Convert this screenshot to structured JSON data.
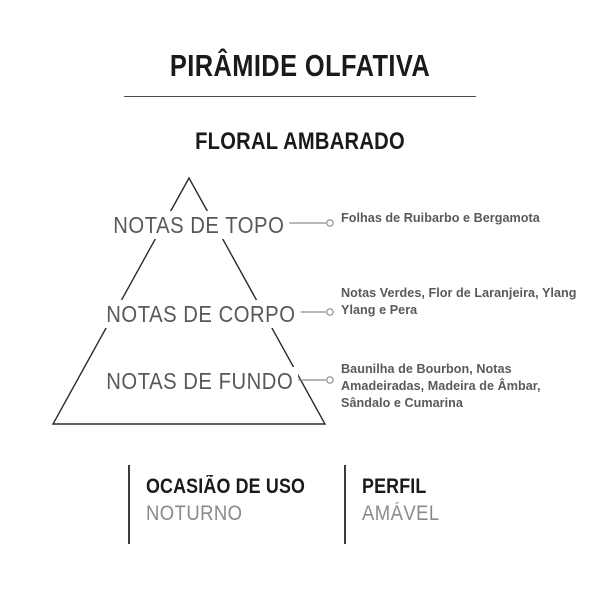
{
  "header": {
    "title": "PIRÂMIDE OLFATIVA",
    "subtitle": "FLORAL AMBARADO"
  },
  "pyramid": {
    "levels": [
      {
        "label": "NOTAS DE TOPO",
        "description": "Folhas de Ruibarbo e Bergamota"
      },
      {
        "label": "NOTAS DE CORPO",
        "description": "Notas Verdes, Flor de Laranjeira, Ylang Ylang e Pera"
      },
      {
        "label": "NOTAS DE FUNDO",
        "description": "Baunilha de Bourbon, Notas Amadeiradas, Madeira de Âmbar, Sândalo e Cumarina"
      }
    ]
  },
  "attributes": [
    {
      "title": "OCASIÃO DE USO",
      "value": "NOTURNO"
    },
    {
      "title": "PERFIL",
      "value": "AMÁVEL"
    }
  ],
  "colors": {
    "background": "#ffffff",
    "heading": "#1a1a1a",
    "note_label": "#585858",
    "note_description": "#58595b",
    "attribute_value": "#8a8a8a",
    "line": "#3a3a3a",
    "connector": "#8c8c8c"
  }
}
